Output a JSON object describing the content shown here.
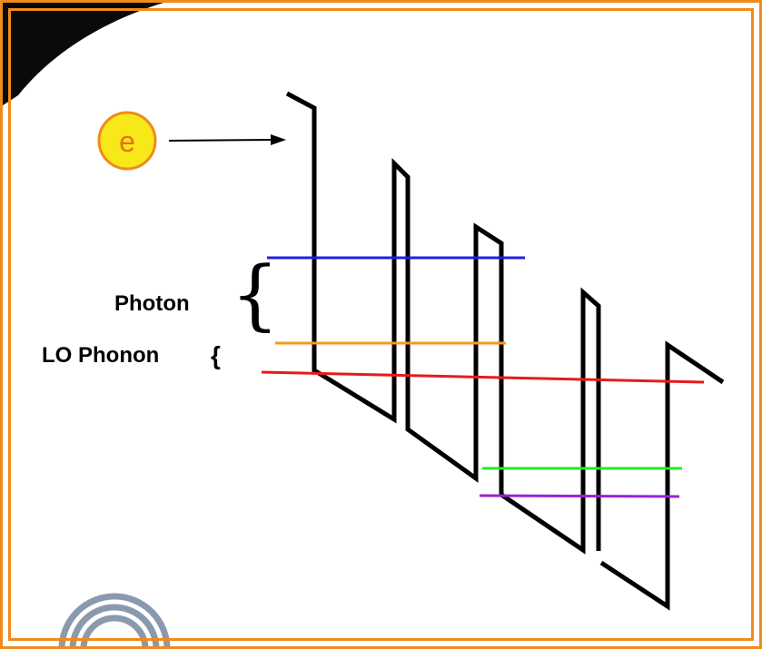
{
  "labels": {
    "electron": "e",
    "photon": "Photon",
    "lo_phonon": "LO Phonon",
    "brace_small": "{",
    "brace_large": "{"
  },
  "colors": {
    "frame": "#f08a1c",
    "barrier": "#000000",
    "electron_fill": "#f7e81a",
    "electron_stroke": "#f08a1c",
    "electron_text": "#e8701a",
    "level_blue": "#1f1fe0",
    "level_orange": "#f59a1e",
    "level_red": "#e81a1a",
    "level_green": "#22ee22",
    "level_purple": "#9a22d6"
  },
  "icons": {
    "corner_top_left": "black-swoosh-decoration",
    "corner_bottom_left": "concentric-arcs-logo"
  }
}
